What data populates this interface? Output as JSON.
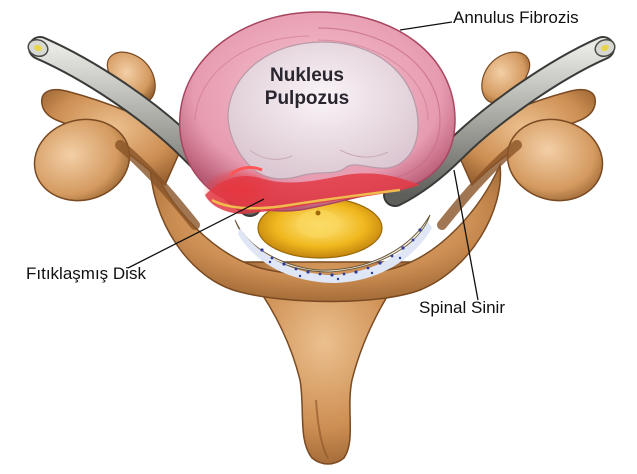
{
  "labels": {
    "annulus": "Annulus Fibrozis",
    "nucleus_line1": "Nukleus",
    "nucleus_line2": "Pulpozus",
    "herniated_disk": "Fıtıklaşmış Disk",
    "spinal_nerve": "Spinal Sinir"
  },
  "colors": {
    "bone": "#c98a4e",
    "bone_light": "#e6b584",
    "bone_dark": "#8a5428",
    "annulus": "#e9a3b4",
    "annulus_dark": "#c56a82",
    "nucleus": "#efe4ea",
    "herniation": "#e8202a",
    "spinal_cord": "#e8b31c",
    "nerve": "#9a9a96",
    "dura_blue": "#2f3c9c",
    "background": "#ffffff"
  }
}
